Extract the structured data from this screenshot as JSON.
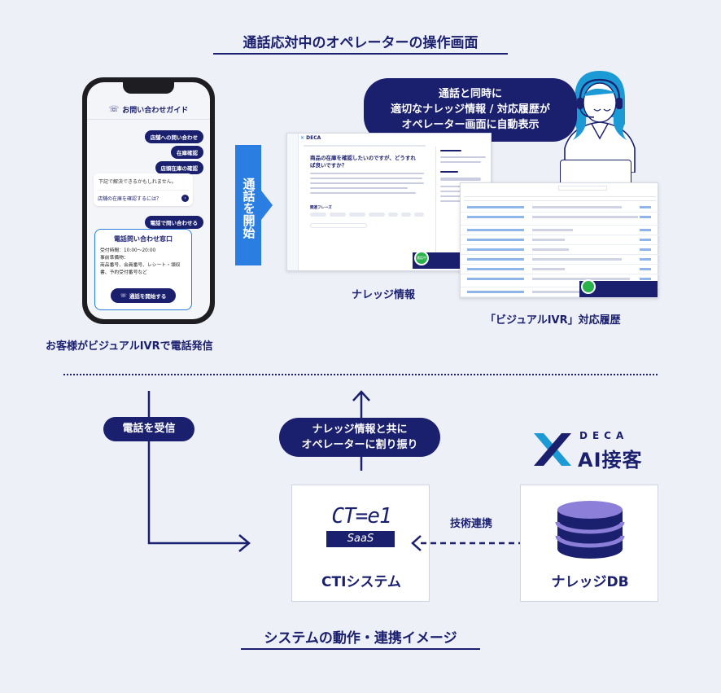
{
  "title_top": "通話応対中のオペレーターの操作画面",
  "title_bottom": "システムの動作・連携イメージ",
  "phone": {
    "header": "お問い合わせガイド",
    "chips": [
      "店舗への問い合わせ",
      "在庫確認",
      "店頭在庫の確認"
    ],
    "prompt": "下記で解決できるかもしれません。",
    "faq": "店舗の在庫を確認するには？",
    "call_chip": "電話で問い合わせる",
    "card_title": "電話問い合わせ窓口",
    "card_hours": "受付時間：10:00〜20:00",
    "card_prep": "事前準備物：",
    "card_items": "商品番号、会員番号、レシート・領収書、予約受付番号など",
    "call_button": "通話を開始する"
  },
  "caption_phone": "お客様がビジュアルIVRで電話発信",
  "call_start": "通話を開始",
  "bubble_top": [
    "通話と同時に",
    "適切なナレッジ情報 / 対応履歴が",
    "オペレーター画面に自動表示"
  ],
  "knowledge_window": {
    "brand": "DECA",
    "question": "商品の在庫を確認したいのですが、どうすれば良いですか？",
    "related": "関連フレーズ",
    "badge": "通話中"
  },
  "caption_knowledge": "ナレッジ情報",
  "caption_history": "「ビジュアルIVR」対応履歴",
  "flow": {
    "receive": "電話を受信",
    "assign": [
      "ナレッジ情報と共に",
      "オペレーターに割り振り"
    ],
    "integration": "技術連携",
    "cti_logo_top": "CT=e1",
    "cti_logo_bottom": "SaaS",
    "cti_label": "CTIシステム",
    "db_label": "ナレッジDB",
    "deca_small": "DECA",
    "deca_big": "AI接客"
  },
  "colors": {
    "navy": "#1a1f6e",
    "blue": "#2a7de1",
    "bg": "#eef0f8"
  }
}
